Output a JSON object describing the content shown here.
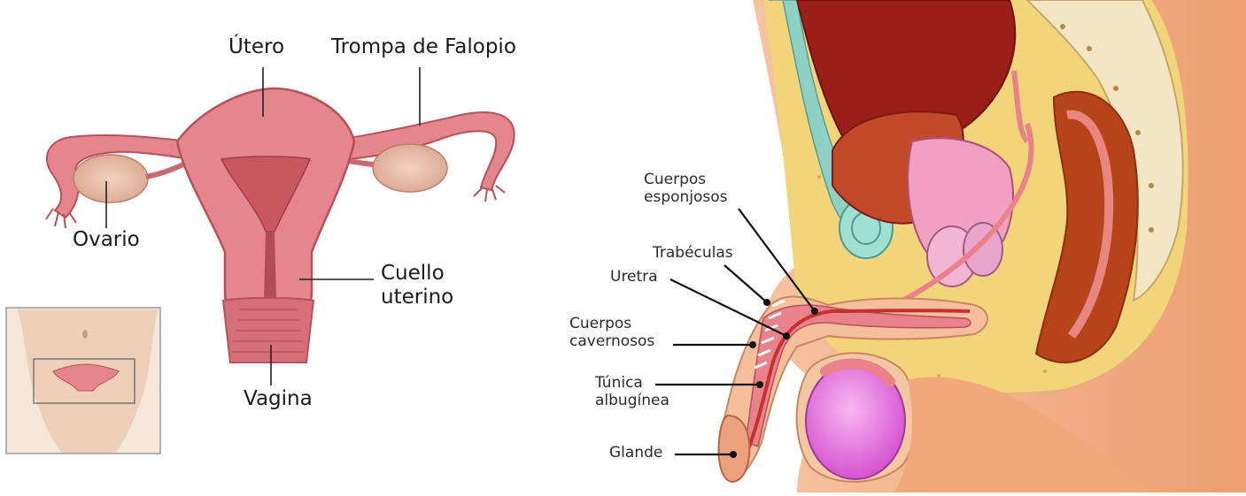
{
  "female_diagram": {
    "labels": {
      "utero": "Útero",
      "trompa": "Trompa de Falopio",
      "ovario": "Ovario",
      "cuello_line1": "Cuello",
      "cuello_line2": "uterino",
      "vagina": "Vagina"
    },
    "colors": {
      "tissue": "#e5868c",
      "tissue_dark": "#b8505a",
      "ovary": "#ecc0a9",
      "skin": "#eecfb8"
    }
  },
  "male_diagram": {
    "labels": {
      "cuerpos_esponjosos_line1": "Cuerpos",
      "cuerpos_esponjosos_line2": "esponjosos",
      "trabeculas": "Trabéculas",
      "uretra": "Uretra",
      "cuerpos_cavernosos_line1": "Cuerpos",
      "cuerpos_cavernosos_line2": "cavernosos",
      "tunica_line1": "Túnica",
      "tunica_line2": "albugínea",
      "glande": "Glande"
    },
    "colors": {
      "skin": "#f1b48c",
      "fat": "#f2d57a",
      "muscle": "#9b1e19",
      "testis": "#e878e0",
      "pink": "#e9828a"
    }
  }
}
